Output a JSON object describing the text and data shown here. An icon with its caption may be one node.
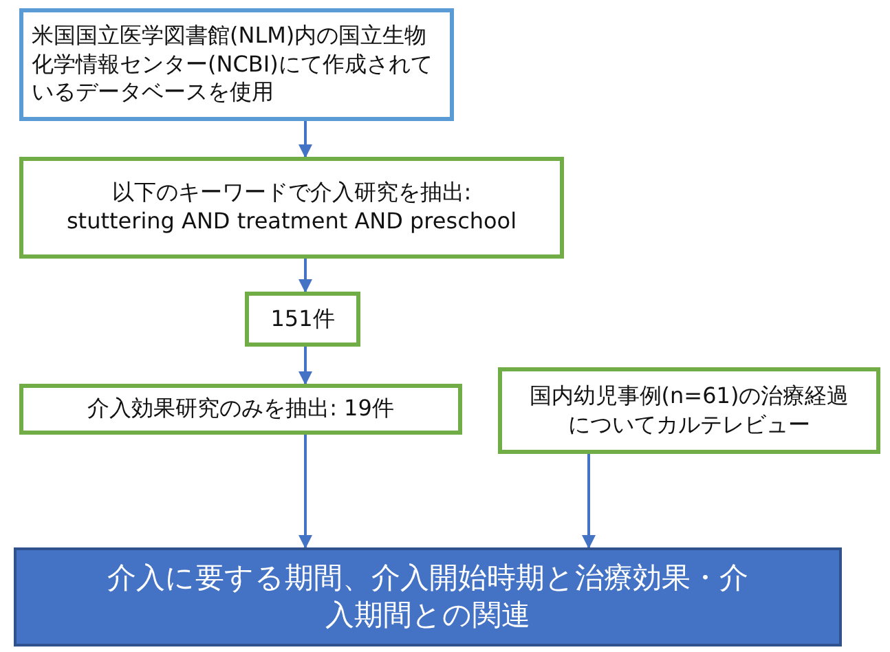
{
  "diagram": {
    "nodes": [
      {
        "text": [
          "米国国立医学図書館(NLM)内の国立生物化学情報センター(NCBI)にて作成されているデータベースを使用"
        ]
      },
      {
        "text": [
          "以下のキーワードで介入研究を抽出: stuttering AND treatment AND preschool"
        ]
      },
      {
        "text": [
          "151件"
        ]
      },
      {
        "text": [
          "介入効果研究のみを抽出: 19件"
        ]
      },
      {
        "text": [
          "国内幼児事例(n=61)の治療経過についてカルテレビュー"
        ]
      },
      {
        "text": [
          "介入に要する期間、介入開始時期と治療効果・介入期間との関連"
        ]
      }
    ],
    "edges": [
      {
        "from": 0,
        "to": 1,
        "arrow": "to"
      },
      {
        "from": 1,
        "to": 2,
        "arrow": "to"
      },
      {
        "from": 2,
        "to": 3,
        "arrow": "to"
      },
      {
        "from": 3,
        "to": 5,
        "arrow": "to"
      },
      {
        "from": 4,
        "to": 5,
        "arrow": "to"
      }
    ]
  }
}
